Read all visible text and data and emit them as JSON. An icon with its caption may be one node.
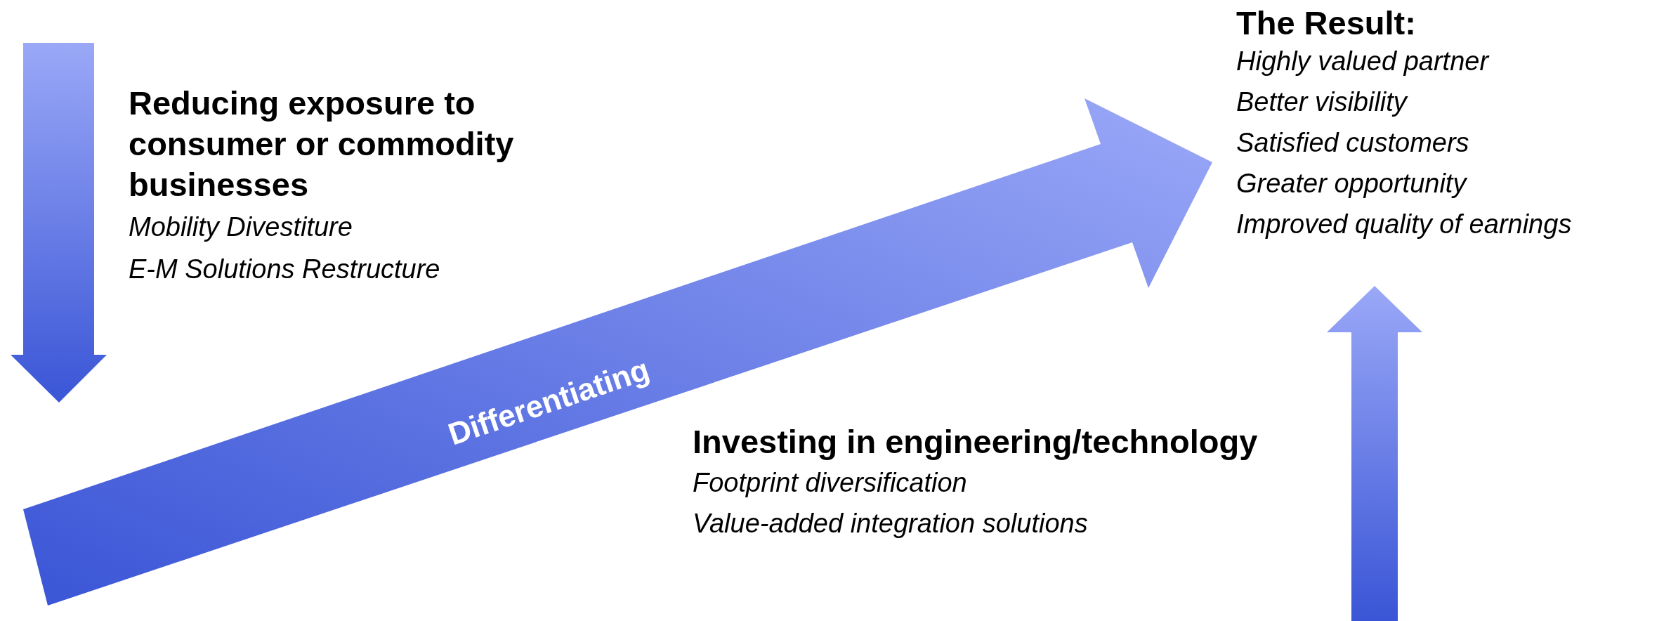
{
  "diagram": {
    "nodes": [
      {
        "text": [
          "Differentiating"
        ]
      }
    ],
    "labels": [
      "Reducing exposure to consumer or commodity businesses",
      "Mobility Divestiture",
      "E-M Solutions Restructure",
      "The Result:",
      "Highly valued partner",
      "Better visibility",
      "Satisfied customers",
      "Greater opportunity",
      "Improved quality of earnings",
      "Investing in engineering/technology",
      "Footprint diversification",
      "Value-added integration solutions"
    ]
  }
}
